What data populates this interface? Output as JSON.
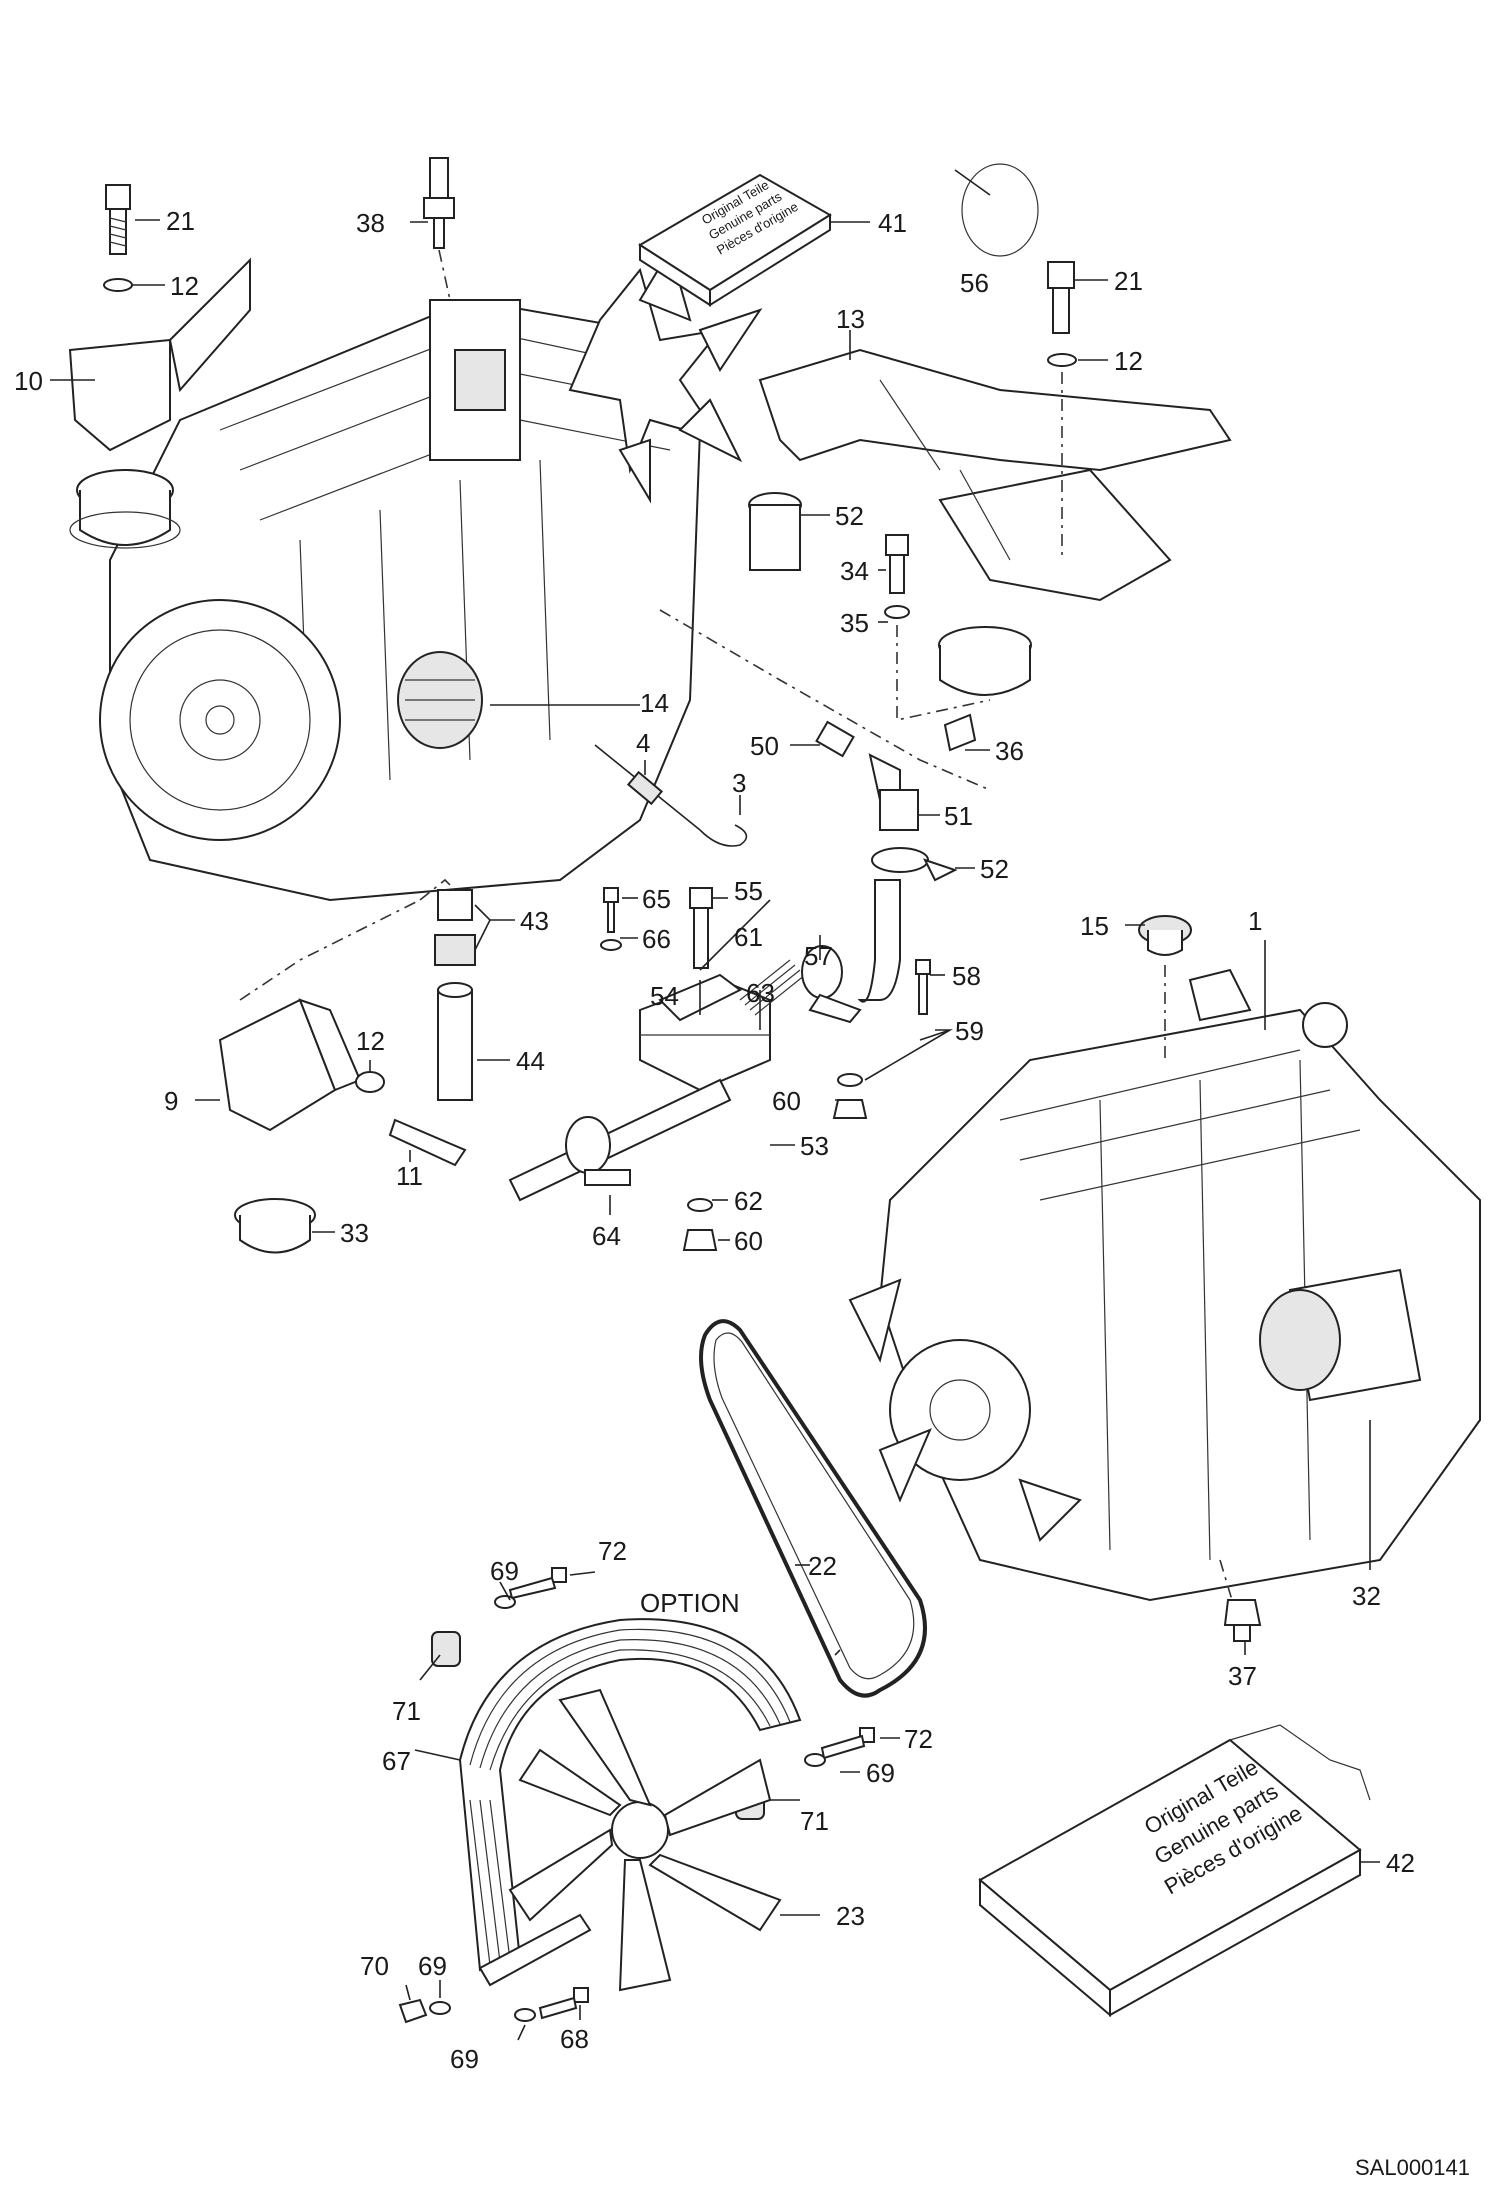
{
  "diagram": {
    "option_label": "OPTION",
    "figure_code": "SAL000141",
    "booklet_text": [
      "Original Teile",
      "Genuine parts",
      "Pièces d'origine"
    ],
    "callouts": {
      "c1": "1",
      "c3": "3",
      "c4": "4",
      "c9": "9",
      "c10": "10",
      "c11": "11",
      "c12a": "12",
      "c12b": "12",
      "c12c": "12",
      "c13": "13",
      "c14": "14",
      "c15": "15",
      "c21a": "21",
      "c21b": "21",
      "c22": "22",
      "c23": "23",
      "c32": "32",
      "c33": "33",
      "c34": "34",
      "c35": "35",
      "c36": "36",
      "c37": "37",
      "c38": "38",
      "c41": "41",
      "c42": "42",
      "c43": "43",
      "c44": "44",
      "c50": "50",
      "c51": "51",
      "c52a": "52",
      "c52b": "52",
      "c53": "53",
      "c54": "54",
      "c55": "55",
      "c56": "56",
      "c57": "57",
      "c58": "58",
      "c59": "59",
      "c60a": "60",
      "c60b": "60",
      "c61": "61",
      "c62": "62",
      "c63": "63",
      "c64": "64",
      "c65": "65",
      "c66": "66",
      "c67": "67",
      "c68": "68",
      "c69a": "69",
      "c69b": "69",
      "c69c": "69",
      "c69d": "69",
      "c70": "70",
      "c71a": "71",
      "c71b": "71",
      "c72a": "72",
      "c72b": "72"
    }
  }
}
